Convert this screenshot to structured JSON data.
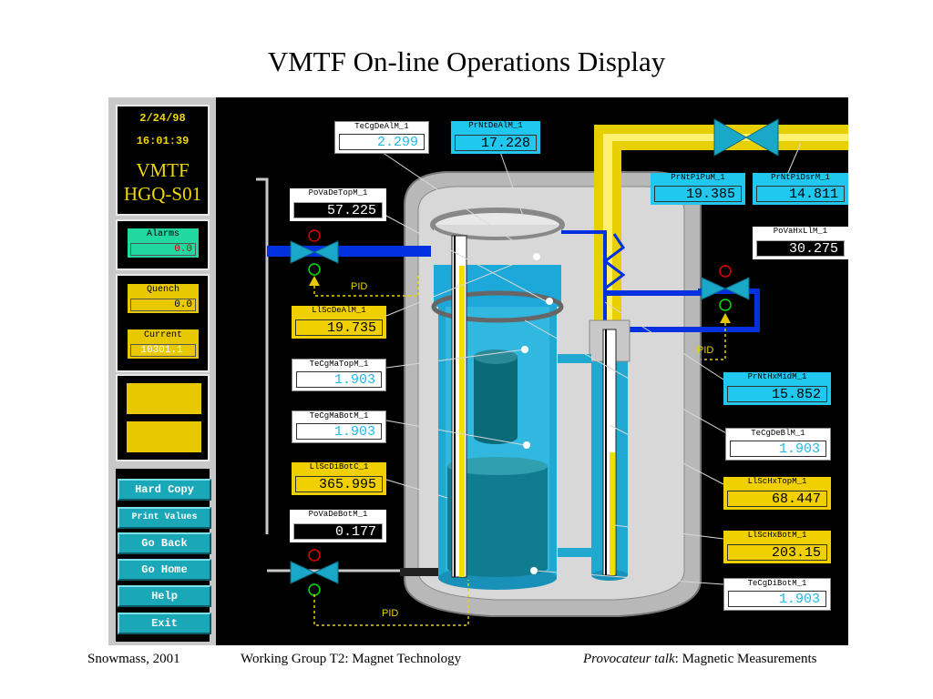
{
  "slide": {
    "title": "VMTF On-line Operations Display",
    "footer_left": "Snowmass, 2001",
    "footer_center": "Working Group T2: Magnet Technology",
    "footer_right_italic": "Provocateur talk",
    "footer_right_rest": ": Magnetic Measurements"
  },
  "panel": {
    "date": "2/24/98",
    "time": "16:01:39",
    "system": "VMTF",
    "magnet": "HGQ-S01",
    "alarms": {
      "label": "Alarms",
      "value": "0.0"
    },
    "quench": {
      "label": "Quench",
      "value": "0.0"
    },
    "current": {
      "label": "Current",
      "value": "10301.1"
    }
  },
  "buttons": {
    "hard_copy": "Hard Copy",
    "print_values": "Print Values",
    "go_back": "Go Back",
    "go_home": "Go Home",
    "help": "Help",
    "exit": "Exit"
  },
  "readouts": {
    "TeCgDeAlM_1": {
      "label": "TeCgDeAlM_1",
      "value": "2.299"
    },
    "PrNtDeAlM_1": {
      "label": "PrNtDeAlM_1",
      "value": "17.228"
    },
    "PrNtPiPuM_1": {
      "label": "PrNtPiPuM_1",
      "value": "19.385"
    },
    "PrNtPiDsrM_1": {
      "label": "PrNtPiDsrM_1",
      "value": "14.811"
    },
    "PoVaDeTopM_1": {
      "label": "PoVaDeTopM_1",
      "value": "57.225"
    },
    "PoVaHxLlM_1": {
      "label": "PoVaHxLlM_1",
      "value": "30.275"
    },
    "LlScDeAlM_1": {
      "label": "LlScDeAlM_1",
      "value": "19.735"
    },
    "TeCgMaTopM_1": {
      "label": "TeCgMaTopM_1",
      "value": "1.903"
    },
    "PrNtHxMidM_1": {
      "label": "PrNtHxMidM_1",
      "value": "15.852"
    },
    "TeCgMaBotM_1": {
      "label": "TeCgMaBotM_1",
      "value": "1.903"
    },
    "TeCgDeBlM_1": {
      "label": "TeCgDeBlM_1",
      "value": "1.903"
    },
    "LlScDiBotC_1": {
      "label": "LlScDiBotC_1",
      "value": "365.995"
    },
    "LlScHxTopM_1": {
      "label": "LlScHxTopM_1",
      "value": "68.447"
    },
    "PoVaDeBotM_1": {
      "label": "PoVaDeBotM_1",
      "value": "0.177"
    },
    "LlScHxBotM_1": {
      "label": "LlScHxBotM_1",
      "value": "203.15"
    },
    "TeCgDiBotM_1": {
      "label": "TeCgDiBotM_1",
      "value": "1.903"
    }
  },
  "loops": {
    "top": "PID",
    "right": "PID",
    "bottom": "PID"
  },
  "colors": {
    "screen_bg": "#000000",
    "panel_gray": "#c8c8c8",
    "accent_cyan": "#20c8f0",
    "accent_yellow": "#f0d000",
    "alarm_green": "#20d8a0",
    "pipe_blue": "#0030e0"
  }
}
